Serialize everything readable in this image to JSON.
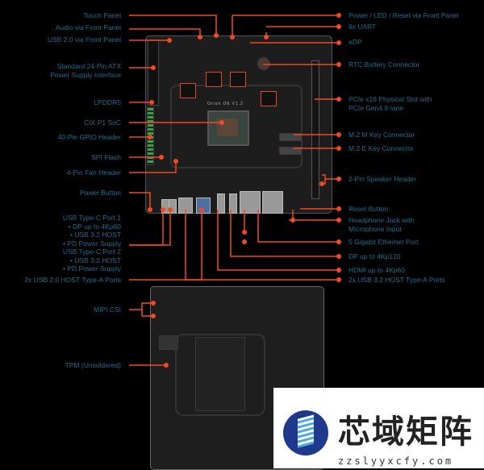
{
  "left_labels": [
    {
      "text": "Touch Panel"
    },
    {
      "text": "Audio via Front Panel"
    },
    {
      "text": "USB 2.0 via Front Panel"
    },
    {
      "text": "Standard 24-Pin ATX\nPower Supply Interface"
    },
    {
      "text": "LPDDR5"
    },
    {
      "text": "CIX P1 SoC"
    },
    {
      "text": "40-Pin GPIO Header"
    },
    {
      "text": "SPI Flash"
    },
    {
      "text": "4-Pin Fan Header"
    },
    {
      "text": "Power Button"
    },
    {
      "text": "USB Type-C Port 1\n• DP up to 4Kp60\n• USB 3.2 HOST\n• PD Power Supply\nUSB Type-C Port 2\n• USB 3.2 HOST\n• PD Power Supply"
    },
    {
      "text": "2x USB 2.0 HOST Type-A Ports"
    },
    {
      "text": "MIPI CSI"
    },
    {
      "text": "TPM (Unsoldered)"
    }
  ],
  "right_labels": [
    {
      "text": "Power / LED / Reset via Front Panel"
    },
    {
      "text": "6x UART"
    },
    {
      "text": "eDP"
    },
    {
      "text": "RTC Battery Connector"
    },
    {
      "text": "PCIe x16 Physical Slot with\nPCIe Gen4 8-lane"
    },
    {
      "text": "M.2 M Key Connector"
    },
    {
      "text": "M.2 E Key Connector"
    },
    {
      "text": "2-Pin Speaker Header"
    },
    {
      "text": "Reset Button"
    },
    {
      "text": "Headphone Jack with\nMicrophone Input"
    },
    {
      "text": "5 Gigabit Ethernet Port"
    },
    {
      "text": "DP up to 4Kp120"
    },
    {
      "text": "HDMI up to 4Kp60"
    },
    {
      "text": "2x USB 3.2 HOST Type-A Ports"
    }
  ],
  "board": {
    "silkscreen": "Orion O6 V1.2"
  },
  "watermark": {
    "chinese": "芯域矩阵",
    "url": "zzslyyxcfy.com"
  },
  "colors": {
    "leader_line": "#f04a23",
    "label_text": "#1f6f8e",
    "board": "#1d1d1d"
  }
}
